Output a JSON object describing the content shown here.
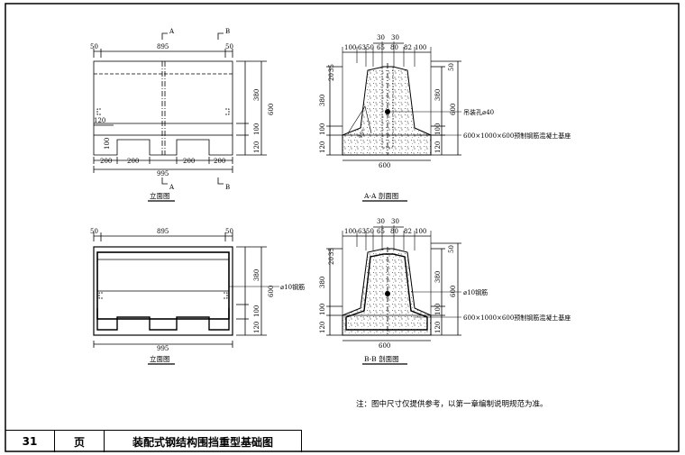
{
  "page_number": "31",
  "page_label": "页",
  "drawing_title": "装配式钢结构围挡重型基础图",
  "note": "注：图中尺寸仅提供参考，以第一章编制说明规范为准。",
  "section_marks": {
    "a": "A",
    "b": "B"
  },
  "elevation_top": {
    "caption": "立面图",
    "dim_top": [
      "50",
      "895",
      "50"
    ],
    "dim_bottom_segments": [
      "200",
      "200",
      "200",
      "200"
    ],
    "dim_total": "995",
    "dim_left": [
      "120",
      "100"
    ],
    "dim_right": [
      "380",
      "100",
      "120",
      "600"
    ]
  },
  "elevation_bottom": {
    "caption": "立面图",
    "dim_top": [
      "50",
      "895",
      "50"
    ],
    "dim_total": "995",
    "dim_right": [
      "380",
      "100",
      "120",
      "600"
    ],
    "rebar_label": "⌀10钢筋"
  },
  "section_aa": {
    "caption": "A-A 剖面图",
    "dim_top_upper": [
      "30",
      "30"
    ],
    "dim_top": [
      "100",
      "63",
      "50",
      "65",
      "80",
      "82",
      "100"
    ],
    "dim_left": [
      "20",
      "35",
      "380",
      "100",
      "120"
    ],
    "dim_right": [
      "50",
      "380",
      "100",
      "120",
      "600"
    ],
    "dim_bottom": "600",
    "label_hole": "吊装孔⌀40",
    "label_base": "600×1000×600预制钢筋混凝土基座"
  },
  "section_bb": {
    "caption": "B-B 剖面图",
    "dim_top_upper": [
      "30",
      "30"
    ],
    "dim_top": [
      "100",
      "63",
      "50",
      "65",
      "80",
      "82",
      "100"
    ],
    "dim_left": [
      "20",
      "35",
      "380",
      "100",
      "120"
    ],
    "dim_right": [
      "50",
      "380",
      "100",
      "120",
      "600"
    ],
    "dim_bottom": "600",
    "label_rebar": "⌀10钢筋",
    "label_base": "600×1000×600预制钢筋混凝土基座"
  }
}
